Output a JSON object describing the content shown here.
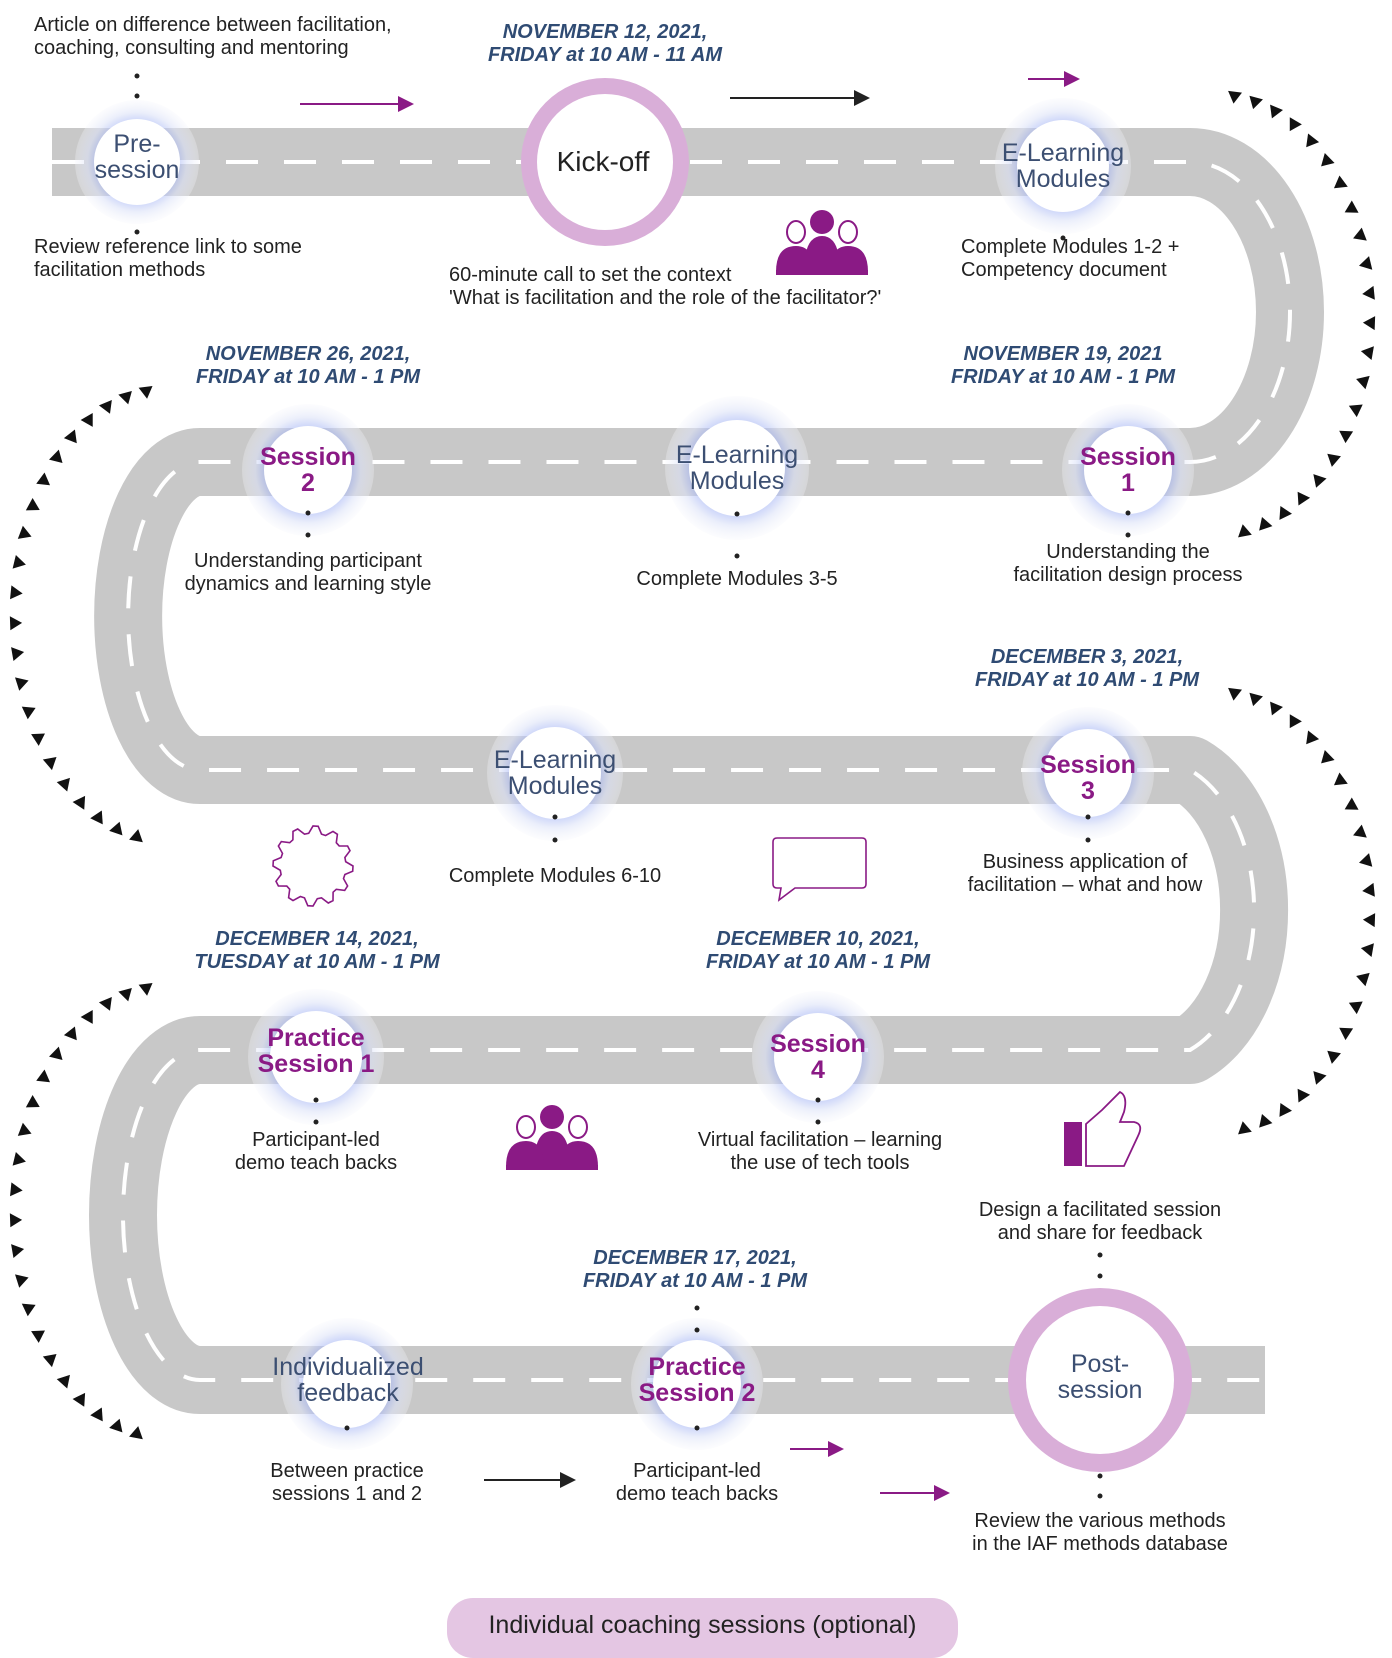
{
  "colors": {
    "road": "#c8c8c8",
    "road_dash": "#ffffff",
    "accent_purple": "#8a1a85",
    "ring_pink": "#d9aed8",
    "date_navy": "#2f4b73",
    "halo_blue": "#7f95f0",
    "banner_bg": "#e4c6e3"
  },
  "notes": {
    "pre_session_top": [
      "Article on difference between facilitation,",
      "coaching, consulting and mentoring"
    ],
    "pre_session_bottom": [
      "Review reference link to some",
      "facilitation methods"
    ],
    "kickoff_bottom": [
      "60-minute call to set the context",
      "'What is facilitation and the role of the facilitator?'"
    ],
    "elearning1_bottom": [
      "Complete Modules 1-2 +",
      "Competency document"
    ],
    "session2_bottom": [
      "Understanding participant",
      "dynamics and learning style"
    ],
    "elearning2_bottom": [
      "Complete Modules 3-5"
    ],
    "session1_bottom": [
      "Understanding the",
      "facilitation design process"
    ],
    "elearning3_bottom": [
      "Complete Modules 6-10"
    ],
    "session3_bottom": [
      "Business application of",
      "facilitation – what and how"
    ],
    "practice1_bottom": [
      "Participant-led",
      "demo teach backs"
    ],
    "session4_bottom": [
      "Virtual facilitation – learning",
      "the use of tech tools"
    ],
    "design_top": [
      "Design a facilitated session",
      "and share for feedback"
    ],
    "feedback_bottom": [
      "Between practice",
      "sessions 1 and 2"
    ],
    "practice2_bottom": [
      "Participant-led",
      "demo teach backs"
    ],
    "post_bottom": [
      "Review the various methods",
      "in the IAF methods database"
    ]
  },
  "dates": {
    "kickoff": [
      "NOVEMBER 12, 2021,",
      "FRIDAY at 10 AM - 11 AM"
    ],
    "session2": [
      "NOVEMBER 26, 2021,",
      "FRIDAY at 10 AM - 1 PM"
    ],
    "session1": [
      "NOVEMBER 19, 2021",
      "FRIDAY at 10 AM - 1 PM"
    ],
    "session3": [
      "DECEMBER 3, 2021,",
      "FRIDAY at 10 AM - 1 PM"
    ],
    "practice1": [
      "DECEMBER 14, 2021,",
      "TUESDAY at 10 AM - 1 PM"
    ],
    "session4": [
      "DECEMBER 10, 2021,",
      "FRIDAY at 10 AM - 1 PM"
    ],
    "practice2": [
      "DECEMBER 17, 2021,",
      "FRIDAY at 10 AM - 1 PM"
    ]
  },
  "stops": {
    "pre_session": [
      "Pre-",
      "session"
    ],
    "kickoff": [
      "Kick-off"
    ],
    "elearning1": [
      "E-Learning",
      "Modules"
    ],
    "session2": [
      "Session",
      "2"
    ],
    "elearning2": [
      "E-Learning",
      "Modules"
    ],
    "session1": [
      "Session",
      "1"
    ],
    "elearning3": [
      "E-Learning",
      "Modules"
    ],
    "session3": [
      "Session",
      "3"
    ],
    "practice1": [
      "Practice",
      "Session 1"
    ],
    "session4": [
      "Session",
      "4"
    ],
    "feedback": [
      "Individualized",
      "feedback"
    ],
    "practice2": [
      "Practice",
      "Session 2"
    ],
    "post_session": [
      "Post-",
      "session"
    ]
  },
  "banner": "Individual coaching sessions (optional)",
  "icons": {
    "group_top": "group-people-icon",
    "gear": "gear-icon",
    "speech": "speech-bubble-icon",
    "group_bottom": "group-people-icon",
    "thumbs": "thumbs-up-icon"
  }
}
